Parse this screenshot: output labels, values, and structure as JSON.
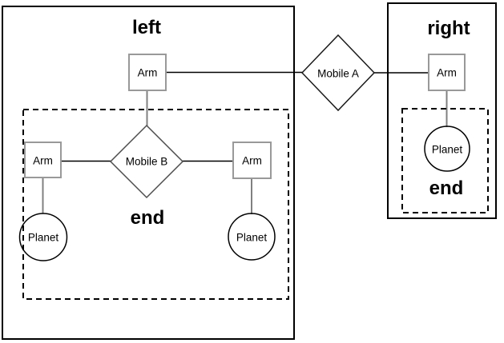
{
  "diagram": {
    "background": "#ffffff",
    "colors": {
      "container_stroke": "#000000",
      "dashed_stroke": "#000000",
      "arm_box_stroke": "#999999",
      "mobile_a_stroke": "#1a1a1a",
      "mobile_b_stroke": "#4d4d4d",
      "planet_stroke": "#000000",
      "edge_dark": "#000000",
      "edge_gray": "#808080",
      "text": "#000000"
    },
    "groups": {
      "left": {
        "title": "left"
      },
      "right": {
        "title": "right"
      },
      "left_end": {
        "label": "end"
      },
      "right_end": {
        "label": "end"
      }
    },
    "nodes": {
      "arm_top": {
        "label": "Arm"
      },
      "mobile_a": {
        "label": "Mobile A"
      },
      "mobile_b": {
        "label": "Mobile B"
      },
      "arm_inner_left": {
        "label": "Arm"
      },
      "arm_inner_right": {
        "label": "Arm"
      },
      "arm_right_group": {
        "label": "Arm"
      },
      "planet_inner_left": {
        "label": "Planet"
      },
      "planet_inner_right": {
        "label": "Planet"
      },
      "planet_right_group": {
        "label": "Planet"
      }
    }
  }
}
